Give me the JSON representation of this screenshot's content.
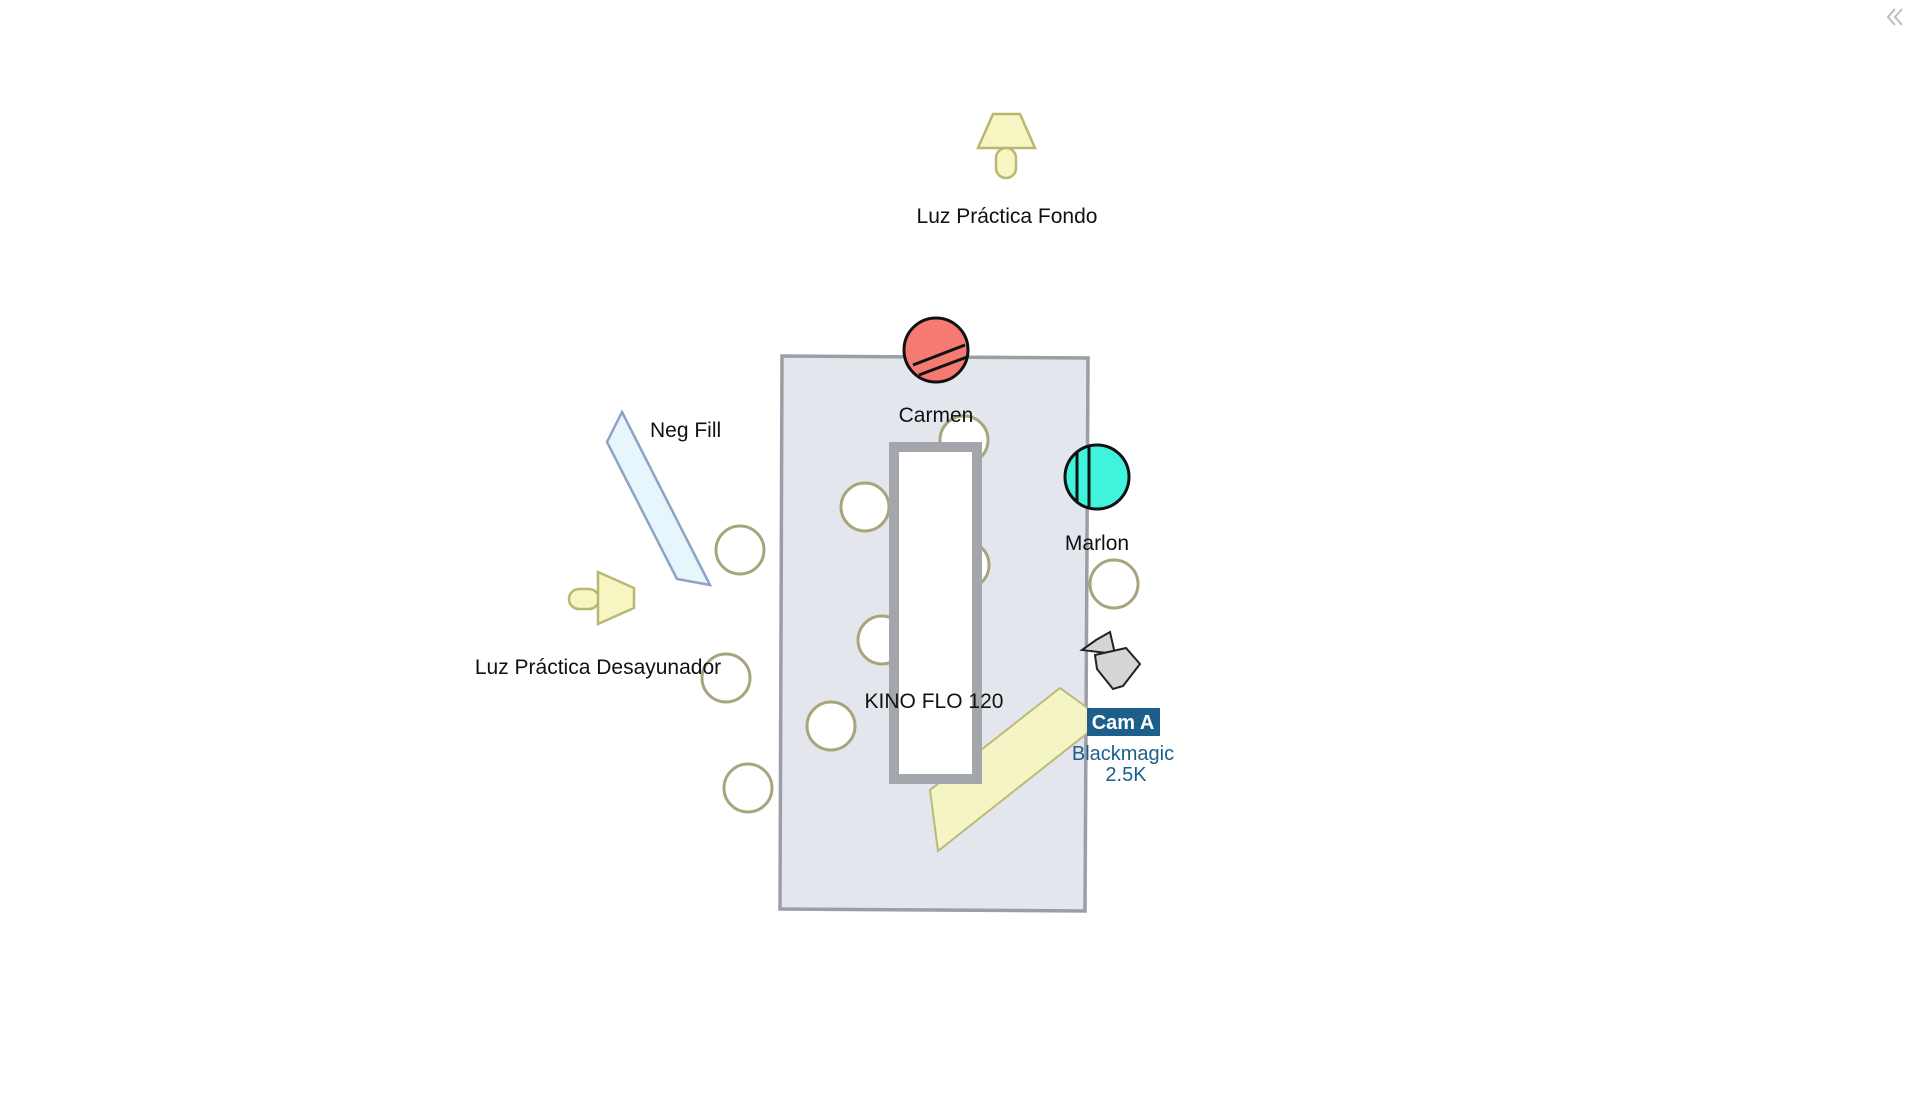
{
  "controls": {
    "collapse_icon": "double-chevron-left-icon",
    "collapse_color": "#b9bec7"
  },
  "labels": {
    "practical_back": "Luz Práctica Fondo",
    "neg_fill": "Neg Fill",
    "practical_breakfast": "Luz Práctica Desayunador",
    "kino": "KINO FLO 120",
    "actor_1": "Carmen",
    "actor_2": "Marlon"
  },
  "camera": {
    "tag": "Cam A",
    "model_line1": "Blackmagic",
    "model_line2": "2.5K",
    "tag_color": "#1d5f8a",
    "text_color": "#1d5f8a"
  },
  "colors": {
    "table_fill": "#e3e7ed",
    "table_stroke": "#9b9ea4",
    "lamp_fill": "#f7f5c2",
    "lamp_stroke": "#b9b871",
    "neg_fill_fill": "#e6f6fc",
    "neg_fill_stroke": "#8ea3c3",
    "kino_stroke": "#a3a6ab",
    "actor_1": "#f47a72",
    "actor_2": "#3ff3dc",
    "camera_body": "#d5d5d5",
    "seat_stroke": "#a8a57c"
  }
}
